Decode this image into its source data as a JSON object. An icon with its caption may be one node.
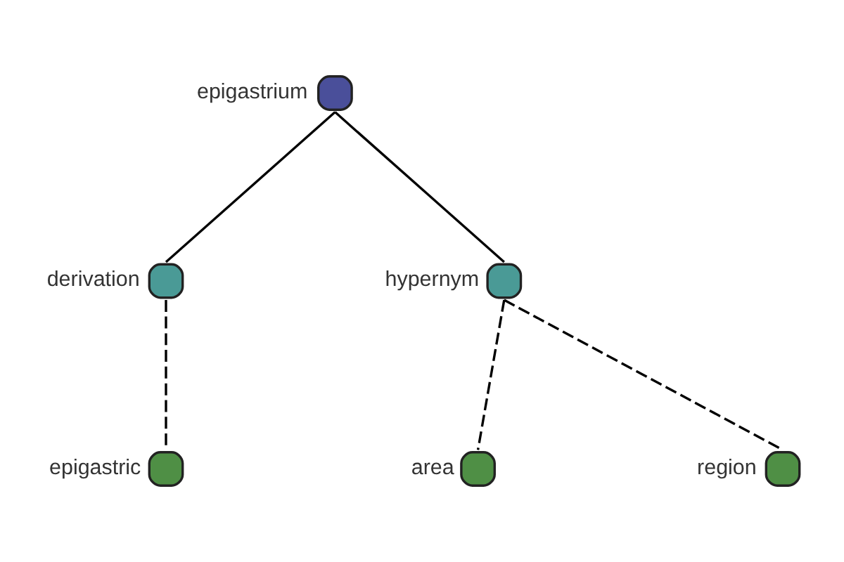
{
  "diagram": {
    "nodes": [
      {
        "text": [],
        "shape": "circle",
        "beside": [
          "epigastrium"
        ]
      },
      {
        "text": [],
        "shape": "circle",
        "beside": [
          "derivation"
        ]
      },
      {
        "text": [],
        "shape": "circle",
        "beside": [
          "epigastric"
        ]
      },
      {
        "text": [],
        "shape": "circle",
        "beside": [
          "hypernym"
        ]
      },
      {
        "text": [],
        "shape": "circle",
        "beside": [
          "area"
        ]
      },
      {
        "text": [],
        "shape": "circle",
        "beside": [
          "region"
        ]
      }
    ],
    "edges": [
      {
        "from": 0,
        "to": 1,
        "arrow": "none"
      },
      {
        "from": 1,
        "to": 2,
        "arrow": "none",
        "style": "dashed"
      },
      {
        "from": 0,
        "to": 3,
        "arrow": "none"
      },
      {
        "from": 3,
        "to": 4,
        "arrow": "none",
        "style": "dashed"
      },
      {
        "from": 3,
        "to": 5,
        "arrow": "none",
        "style": "dashed"
      }
    ]
  }
}
